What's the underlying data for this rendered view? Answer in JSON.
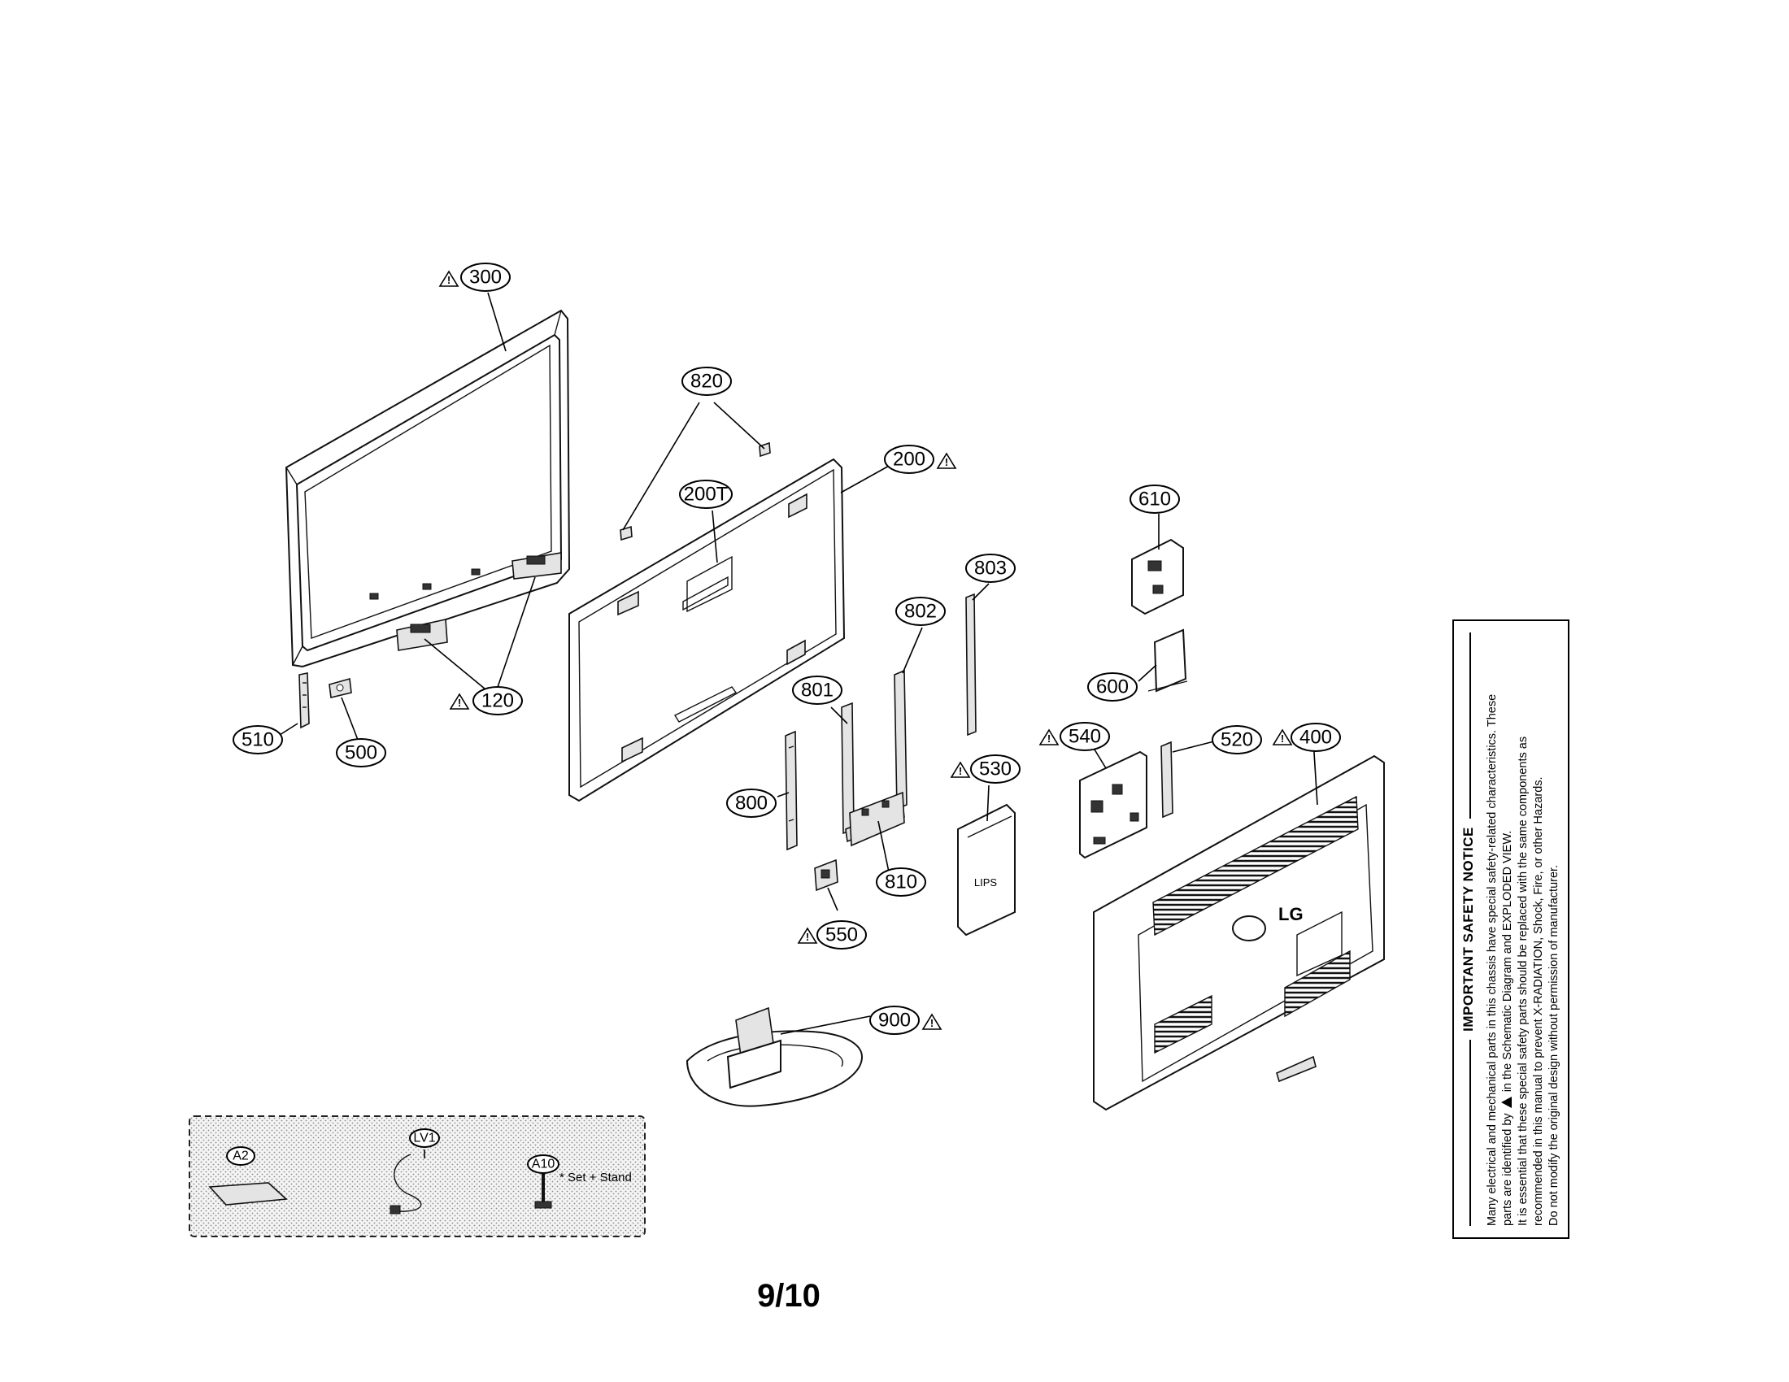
{
  "page_number": "9/10",
  "safety_notice": {
    "title": "IMPORTANT SAFETY NOTICE",
    "line1": "Many electrical and mechanical parts in this chassis have special safety-related characteristics. These",
    "line2_pre": "parts are identified by",
    "line2_post": "in the Schematic Diagram and EXPLODED VIEW.",
    "line3": "It is essential that these special safety parts should be replaced with the same components as",
    "line4": "recommended in this manual to prevent X-RADIATION, Shock, Fire, or other Hazards.",
    "line5": "Do not modify the original design without permission of manufacturer."
  },
  "callouts": [
    {
      "id": "300",
      "label": "300",
      "warning": true
    },
    {
      "id": "820",
      "label": "820",
      "warning": false
    },
    {
      "id": "200",
      "label": "200",
      "warning": true
    },
    {
      "id": "200T",
      "label": "200T",
      "warning": false
    },
    {
      "id": "610",
      "label": "610",
      "warning": false
    },
    {
      "id": "803",
      "label": "803",
      "warning": false
    },
    {
      "id": "802",
      "label": "802",
      "warning": false
    },
    {
      "id": "600",
      "label": "600",
      "warning": false
    },
    {
      "id": "801",
      "label": "801",
      "warning": false
    },
    {
      "id": "120",
      "label": "120",
      "warning": true
    },
    {
      "id": "510",
      "label": "510",
      "warning": false
    },
    {
      "id": "500",
      "label": "500",
      "warning": false
    },
    {
      "id": "540",
      "label": "540",
      "warning": true
    },
    {
      "id": "520",
      "label": "520",
      "warning": false
    },
    {
      "id": "400",
      "label": "400",
      "warning": true
    },
    {
      "id": "530",
      "label": "530",
      "warning": true
    },
    {
      "id": "800",
      "label": "800",
      "warning": false
    },
    {
      "id": "810",
      "label": "810",
      "warning": false
    },
    {
      "id": "550",
      "label": "550",
      "warning": true
    },
    {
      "id": "900",
      "label": "900",
      "warning": true
    }
  ],
  "accessories": [
    {
      "id": "A2",
      "label": "A2"
    },
    {
      "id": "LV1",
      "label": "LV1"
    },
    {
      "id": "A10",
      "label": "A10"
    }
  ],
  "accessory_note": "* Set + Stand",
  "rear_cover_logo": "LG",
  "psu_marking": "LIPS",
  "warning_symbol": "!"
}
